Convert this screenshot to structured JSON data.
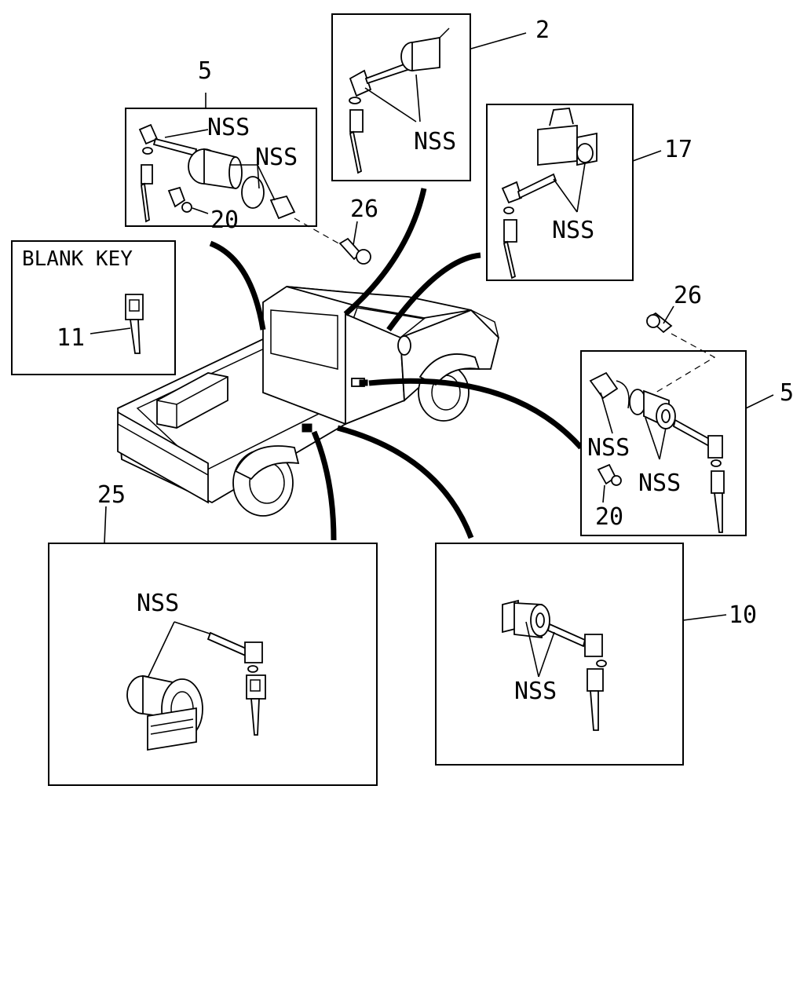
{
  "labels": {
    "blank_key": "BLANK KEY",
    "part_2": "2",
    "part_5_top": "5",
    "part_5_right": "5",
    "part_10": "10",
    "part_11": "11",
    "part_17": "17",
    "part_20_top": "20",
    "part_20_right": "20",
    "part_25": "25",
    "part_26_top": "26",
    "part_26_right": "26",
    "nss": "NSS"
  }
}
